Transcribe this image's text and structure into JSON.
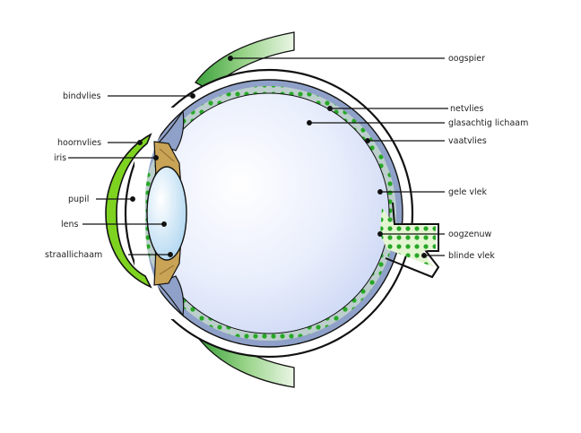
{
  "labels": {
    "oogspier": "oogspier",
    "bindvlies": "bindvlies",
    "netvlies": "netvlies",
    "glasachtig_lichaam": "glasachtig lichaam",
    "vaatvlies": "vaatvlies",
    "hoornvlies": "hoornvlies",
    "iris": "iris",
    "pupil": "pupil",
    "lens": "lens",
    "straallichaam": "straallichaam",
    "gele_vlek": "gele vlek",
    "oogzenuw": "oogzenuw",
    "blinde_vlek": "blinde vlek"
  },
  "colors": {
    "muscle_green": "#5cb85c",
    "cornea_green": "#7ed321",
    "choroid_blue": "#8fa1c8",
    "vitreous_blue": "#dfe6fb",
    "retina_dots": "#27a827",
    "nerve_fill": "#e4f5d2",
    "iris_tan": "#c9a356",
    "outline": "#111111"
  }
}
